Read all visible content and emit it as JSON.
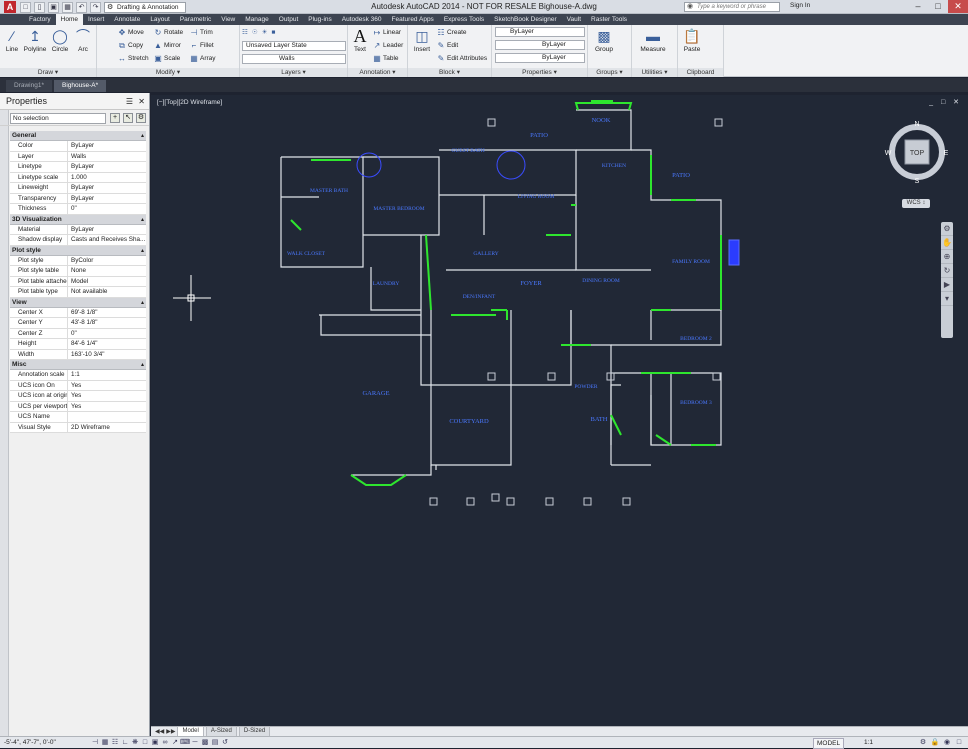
{
  "title_bar": {
    "app_letter": "A",
    "workspace": "Drafting & Annotation",
    "window_title": "Autodesk AutoCAD 2014 - NOT FOR RESALE   Bighouse-A.dwg",
    "search_placeholder": "Type a keyword or phrase",
    "sign_in": "Sign In",
    "qat_icons": [
      "new-icon",
      "open-icon",
      "save-icon",
      "saveas-icon",
      "undo-icon",
      "redo-icon"
    ]
  },
  "ribbon_tabs": [
    "Factory",
    "Home",
    "Insert",
    "Annotate",
    "Layout",
    "Parametric",
    "View",
    "Manage",
    "Output",
    "Plug-ins",
    "Autodesk 360",
    "Featured Apps",
    "Express Tools",
    "SketchBook Designer",
    "Vault",
    "Raster Tools"
  ],
  "ribbon": {
    "draw": {
      "label": "Draw",
      "line": "Line",
      "polyline": "Polyline",
      "circle": "Circle",
      "arc": "Arc"
    },
    "modify": {
      "label": "Modify",
      "move": "Move",
      "rotate": "Rotate",
      "trim": "Trim",
      "copy": "Copy",
      "mirror": "Mirror",
      "fillet": "Fillet",
      "stretch": "Stretch",
      "scale": "Scale",
      "array": "Array"
    },
    "layers": {
      "label": "Layers",
      "layer_state": "Unsaved Layer State",
      "current_layer": "Walls"
    },
    "annotation": {
      "label": "Annotation",
      "text": "Text",
      "linear": "Linear",
      "leader": "Leader",
      "table": "Table"
    },
    "block": {
      "label": "Block",
      "insert": "Insert",
      "create": "Create",
      "edit": "Edit",
      "edit_attributes": "Edit Attributes"
    },
    "properties": {
      "label": "Properties",
      "color": "ByLayer",
      "linetype": "ByLayer",
      "lineweight": "ByLayer"
    },
    "groups": {
      "label": "Groups",
      "group": "Group"
    },
    "utilities": {
      "label": "Utilities",
      "measure": "Measure"
    },
    "clipboard": {
      "label": "Clipboard",
      "paste": "Paste"
    }
  },
  "doc_tabs": [
    "Drawing1*",
    "Bighouse-A*"
  ],
  "properties_panel": {
    "title": "Properties",
    "selection": "No selection",
    "sections": [
      {
        "name": "General",
        "rows": [
          [
            "Color",
            "ByLayer"
          ],
          [
            "Layer",
            "Walls"
          ],
          [
            "Linetype",
            "ByLayer"
          ],
          [
            "Linetype scale",
            "1.000"
          ],
          [
            "Lineweight",
            "ByLayer"
          ],
          [
            "Transparency",
            "ByLayer"
          ],
          [
            "Thickness",
            "0\""
          ]
        ]
      },
      {
        "name": "3D Visualization",
        "rows": [
          [
            "Material",
            "ByLayer"
          ],
          [
            "Shadow display",
            "Casts and Receives Sha..."
          ]
        ]
      },
      {
        "name": "Plot style",
        "rows": [
          [
            "Plot style",
            "ByColor"
          ],
          [
            "Plot style table",
            "None"
          ],
          [
            "Plot table attached ...",
            "Model"
          ],
          [
            "Plot table type",
            "Not available"
          ]
        ]
      },
      {
        "name": "View",
        "rows": [
          [
            "Center X",
            "69'-8 1/8\""
          ],
          [
            "Center Y",
            "43'-8 1/8\""
          ],
          [
            "Center Z",
            "0\""
          ],
          [
            "Height",
            "84'-6 1/4\""
          ],
          [
            "Width",
            "163'-10 3/4\""
          ]
        ]
      },
      {
        "name": "Misc",
        "rows": [
          [
            "Annotation scale",
            "1:1"
          ],
          [
            "UCS icon On",
            "Yes"
          ],
          [
            "UCS icon at origin",
            "Yes"
          ],
          [
            "UCS per viewport",
            "Yes"
          ],
          [
            "UCS Name",
            ""
          ],
          [
            "Visual Style",
            "2D Wireframe"
          ]
        ]
      }
    ]
  },
  "viewport": {
    "label": "[−][Top][2D Wireframe]",
    "controls": "_ □ ✕",
    "viewcube": {
      "face": "TOP",
      "n": "N",
      "s": "S",
      "e": "E",
      "w": "W"
    },
    "wcs": "WCS ↕",
    "rooms": [
      "PATIO",
      "NOOK",
      "KITCHEN",
      "PATIO",
      "GUEST BATH",
      "MASTER BATH",
      "MASTER BEDROOM",
      "LIVING ROOM",
      "WALK CLOSET",
      "GALLERY",
      "FAMILY ROOM",
      "LAUNDRY",
      "DEN/INFANT",
      "FOYER",
      "DINING ROOM",
      "BEDROOM 2",
      "GARAGE",
      "COURTYARD",
      "BEDROOM 3",
      "BATH",
      "POWDER"
    ]
  },
  "layout_tabs": [
    "Model",
    "A-Sized",
    "D-Sized"
  ],
  "status_bar": {
    "coords": "-5'-4\",   47'-7\",   0'-0\"",
    "model": "MODEL",
    "scale": "1:1"
  },
  "colors": {
    "background": "#212836",
    "walls": "#e0e4ea",
    "windows": "#2ee62e",
    "labels": "#4a78ff"
  }
}
